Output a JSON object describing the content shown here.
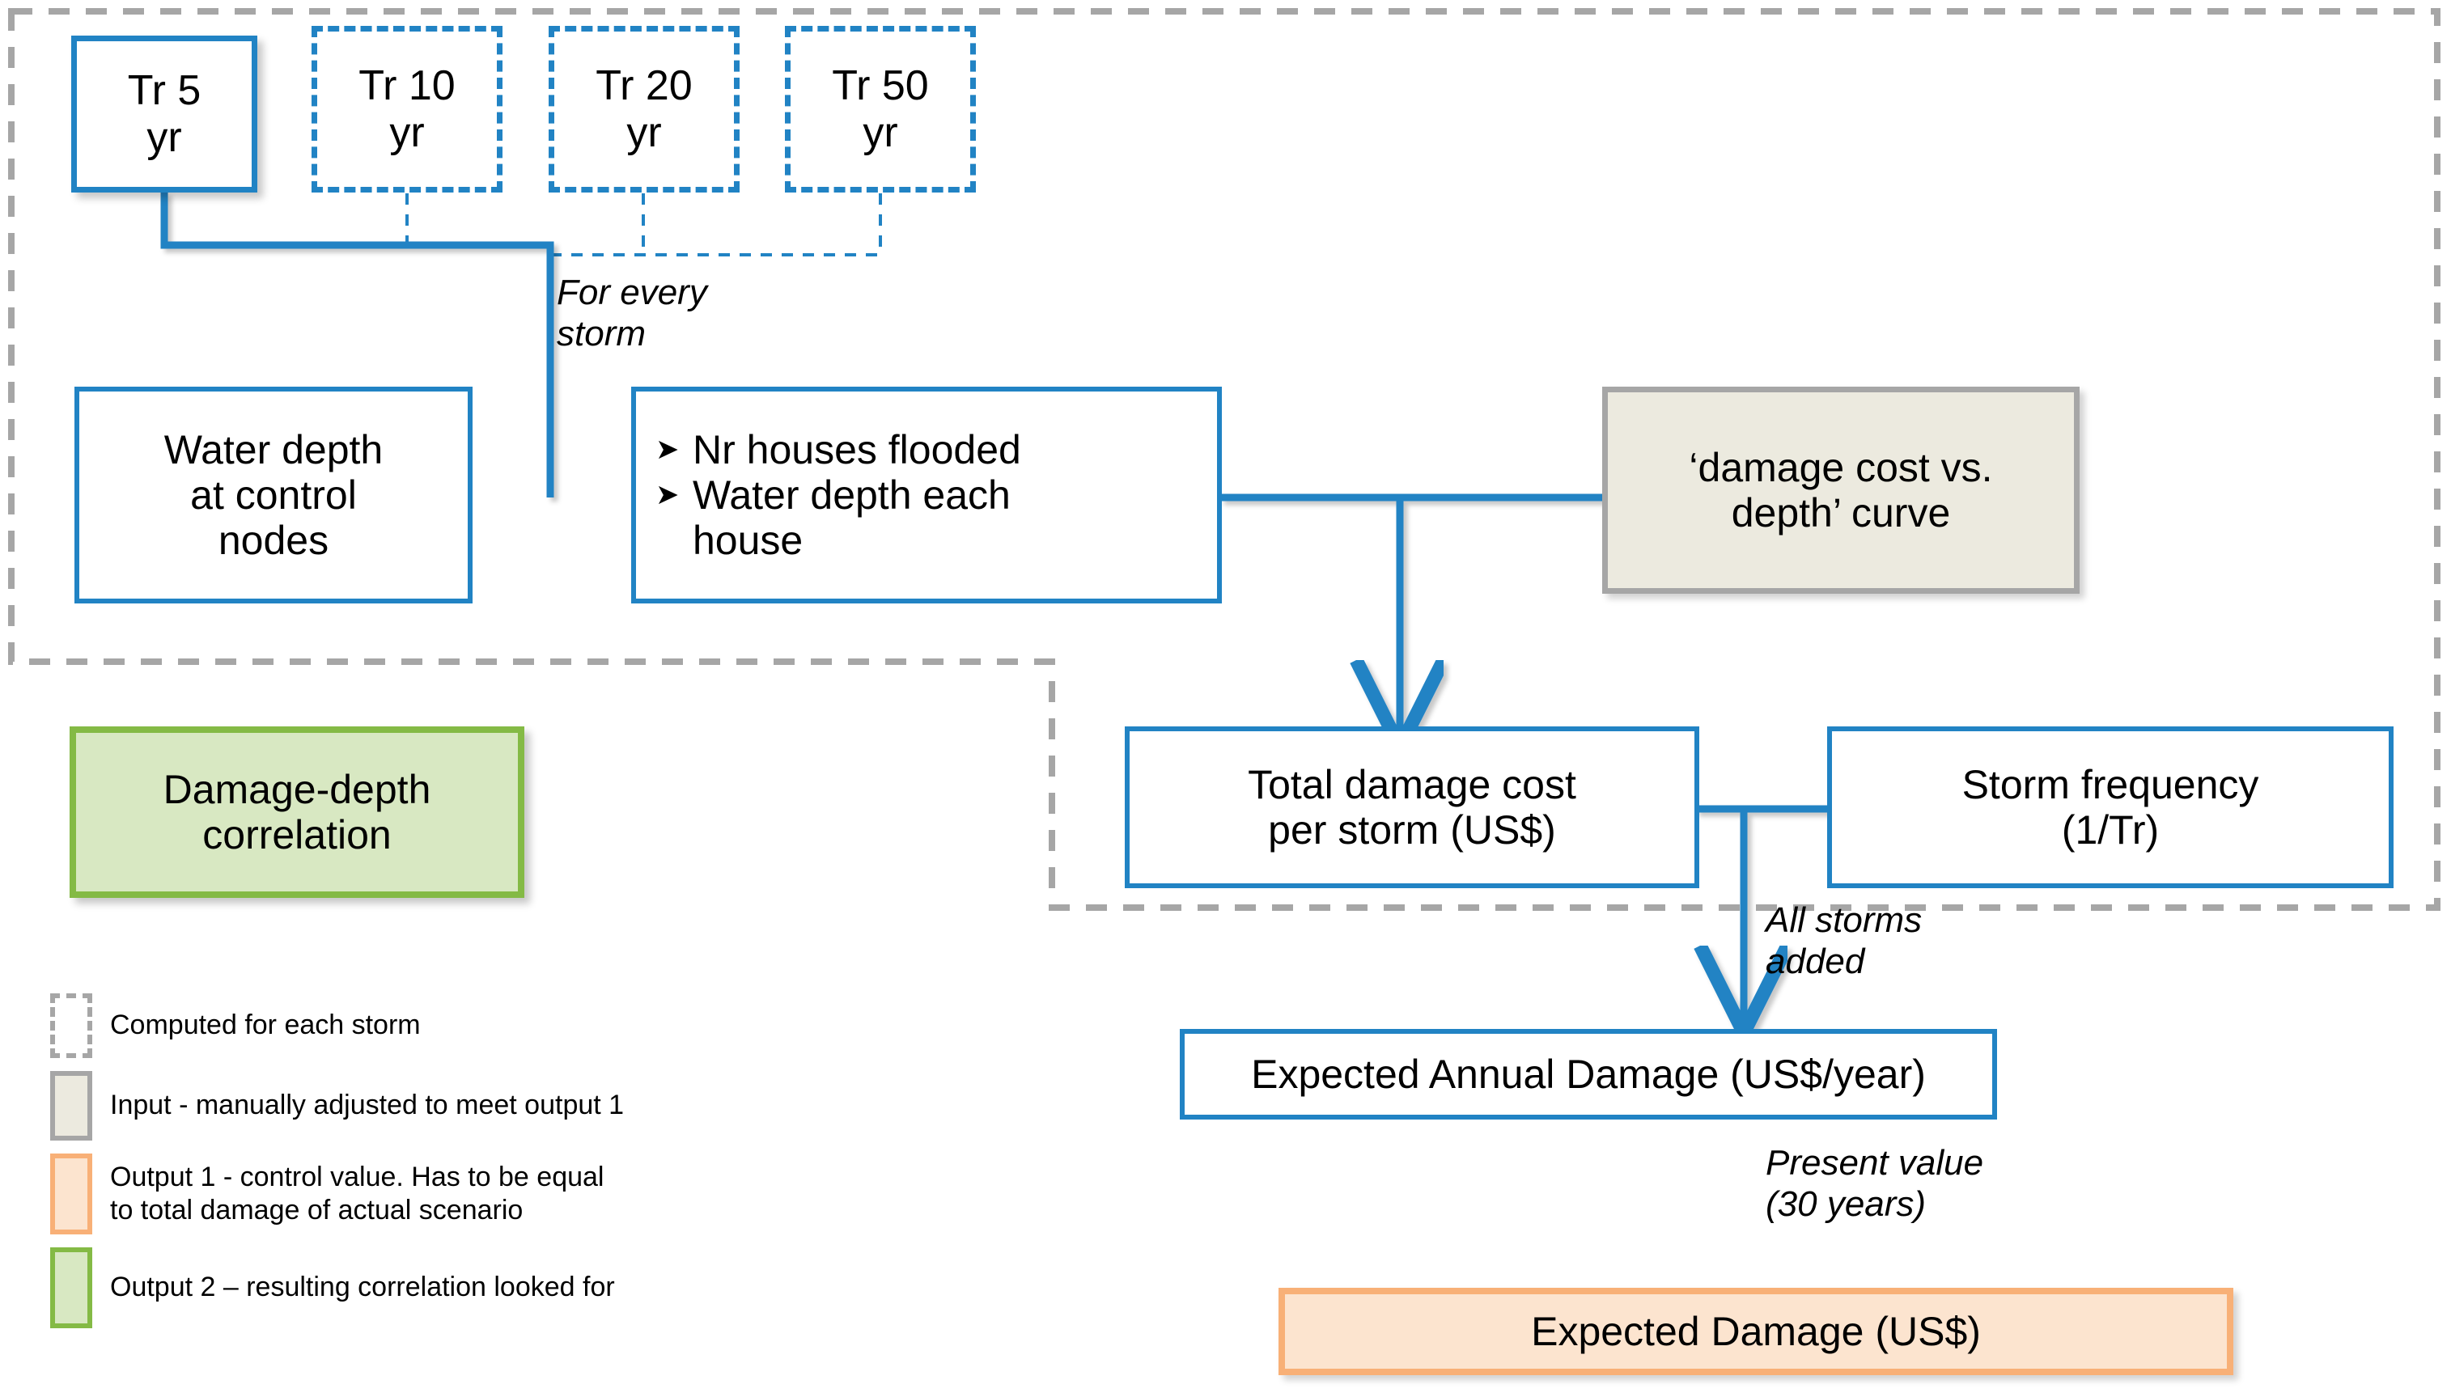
{
  "diagram": {
    "title": "Flood damage assessment flowchart",
    "colors": {
      "blue": "#2183c4",
      "gray_border": "#a6a6a6",
      "gray_fill": "#eceadf",
      "green_border": "#84ba45",
      "green_fill": "#d8e8c2",
      "orange_border": "#f8b077",
      "orange_fill": "#fce4cf"
    }
  },
  "storm_nodes": [
    {
      "label": "Tr 5\nyr",
      "style": "solid"
    },
    {
      "label": "Tr 10\nyr",
      "style": "dashed"
    },
    {
      "label": "Tr 20\nyr",
      "style": "dashed"
    },
    {
      "label": "Tr 50\nyr",
      "style": "dashed"
    }
  ],
  "nodes": {
    "water_depth": "Water depth\nat control\nnodes",
    "house_results": {
      "bullet_1": "Nr houses flooded",
      "bullet_2": "Water depth each",
      "bullet_2_cont": "house"
    },
    "damage_curve": "‘damage cost vs.\ndepth’ curve",
    "damage_depth_correlation": "Damage-depth\ncorrelation",
    "total_damage": "Total damage cost\nper storm (US$)",
    "storm_frequency": "Storm frequency\n(1/Tr)",
    "expected_annual_damage": "Expected Annual Damage (US$/year)",
    "expected_damage": "Expected Damage (US$)"
  },
  "edge_labels": {
    "for_every_storm": "For every\nstorm",
    "all_storms_added": "All storms\nadded",
    "present_value": "Present value\n(30 years)"
  },
  "legend": [
    {
      "swatch": "dashed-gray",
      "text": "Computed for each storm"
    },
    {
      "swatch": "filled-gray",
      "text": "Input  - manually adjusted to meet output 1"
    },
    {
      "swatch": "filled-orange",
      "text": "Output 1 - control value. Has to be equal\nto total damage of actual scenario"
    },
    {
      "swatch": "filled-green",
      "text": "Output 2 – resulting  correlation looked for"
    }
  ]
}
